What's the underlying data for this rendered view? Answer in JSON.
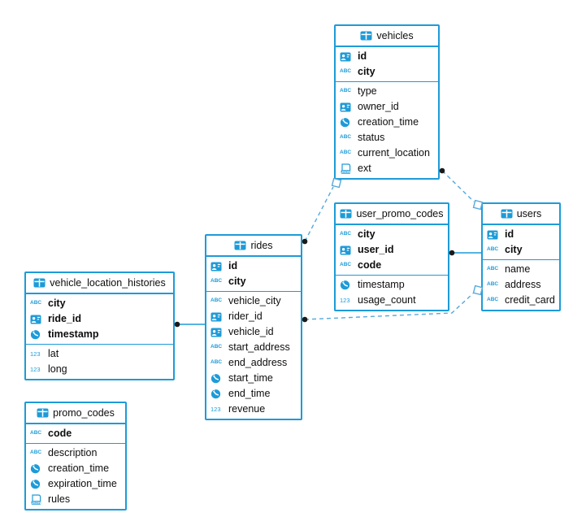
{
  "diagram": {
    "accent_color": "#1d9bd8",
    "dash_color": "#54a9dc",
    "dot_color": "#1a1a1a"
  },
  "tables": [
    {
      "name": "vehicles",
      "icon": "table-icon",
      "primary_key": [
        {
          "icon": "id-icon",
          "label": "id"
        },
        {
          "icon": "text-icon",
          "label": "city"
        }
      ],
      "columns": [
        {
          "icon": "text-icon",
          "label": "type"
        },
        {
          "icon": "id-icon",
          "label": "owner_id"
        },
        {
          "icon": "datetime-icon",
          "label": "creation_time"
        },
        {
          "icon": "text-icon",
          "label": "status"
        },
        {
          "icon": "text-icon",
          "label": "current_location"
        },
        {
          "icon": "json-icon",
          "label": "ext"
        }
      ]
    },
    {
      "name": "user_promo_codes",
      "icon": "table-icon",
      "primary_key": [
        {
          "icon": "text-icon",
          "label": "city"
        },
        {
          "icon": "id-icon",
          "label": "user_id"
        },
        {
          "icon": "text-icon",
          "label": "code"
        }
      ],
      "columns": [
        {
          "icon": "datetime-icon",
          "label": "timestamp"
        },
        {
          "icon": "number-icon",
          "label": "usage_count"
        }
      ]
    },
    {
      "name": "users",
      "icon": "table-icon",
      "primary_key": [
        {
          "icon": "id-icon",
          "label": "id"
        },
        {
          "icon": "text-icon",
          "label": "city"
        }
      ],
      "columns": [
        {
          "icon": "text-icon",
          "label": "name"
        },
        {
          "icon": "text-icon",
          "label": "address"
        },
        {
          "icon": "text-icon",
          "label": "credit_card"
        }
      ]
    },
    {
      "name": "rides",
      "icon": "table-icon",
      "primary_key": [
        {
          "icon": "id-icon",
          "label": "id"
        },
        {
          "icon": "text-icon",
          "label": "city"
        }
      ],
      "columns": [
        {
          "icon": "text-icon",
          "label": "vehicle_city"
        },
        {
          "icon": "id-icon",
          "label": "rider_id"
        },
        {
          "icon": "id-icon",
          "label": "vehicle_id"
        },
        {
          "icon": "text-icon",
          "label": "start_address"
        },
        {
          "icon": "text-icon",
          "label": "end_address"
        },
        {
          "icon": "datetime-icon",
          "label": "start_time"
        },
        {
          "icon": "datetime-icon",
          "label": "end_time"
        },
        {
          "icon": "number-icon",
          "label": "revenue"
        }
      ]
    },
    {
      "name": "vehicle_location_histories",
      "icon": "table-icon",
      "primary_key": [
        {
          "icon": "text-icon",
          "label": "city"
        },
        {
          "icon": "id-icon",
          "label": "ride_id"
        },
        {
          "icon": "datetime-icon",
          "label": "timestamp"
        }
      ],
      "columns": [
        {
          "icon": "number-icon",
          "label": "lat"
        },
        {
          "icon": "number-icon",
          "label": "long"
        }
      ]
    },
    {
      "name": "promo_codes",
      "icon": "table-icon",
      "primary_key": [
        {
          "icon": "text-icon",
          "label": "code"
        }
      ],
      "columns": [
        {
          "icon": "text-icon",
          "label": "description"
        },
        {
          "icon": "datetime-icon",
          "label": "creation_time"
        },
        {
          "icon": "datetime-icon",
          "label": "expiration_time"
        },
        {
          "icon": "json-icon",
          "label": "rules"
        }
      ]
    }
  ],
  "relationships": [
    {
      "from": "vehicle_location_histories",
      "to": "rides",
      "style": "solid"
    },
    {
      "from": "user_promo_codes",
      "to": "users",
      "style": "solid"
    },
    {
      "from": "rides",
      "to": "vehicles",
      "style": "dashed"
    },
    {
      "from": "vehicles",
      "to": "users",
      "style": "dashed"
    },
    {
      "from": "rides",
      "to": "users",
      "style": "dashed"
    }
  ]
}
